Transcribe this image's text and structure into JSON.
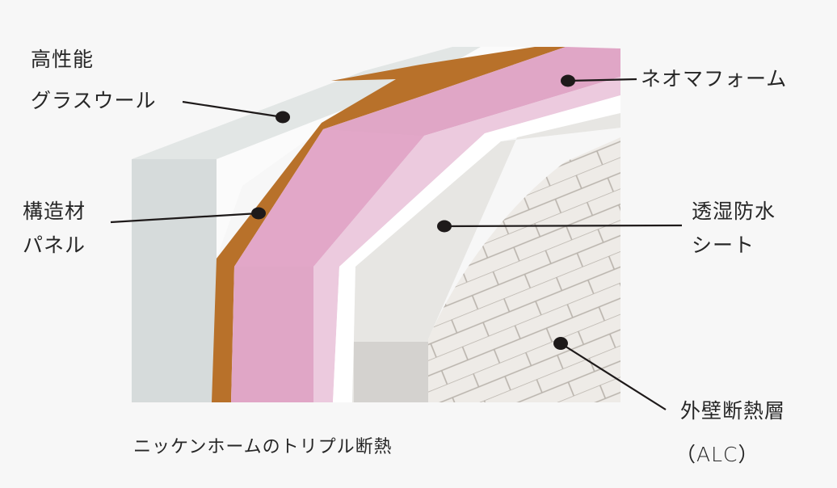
{
  "title": "ニッケンホームのトリプル断熱",
  "colors": {
    "background": "#f7f7f7",
    "glass_wool_face": "#d6dbdb",
    "glass_wool_top": "#e2e6e5",
    "structural_panel": "#b8712a",
    "neoma_foam_dark": "#e0a6c6",
    "neoma_foam_light": "#eccade",
    "moisture_sheet": "#ffffff",
    "alc_face": "#d4d2cf",
    "alc_top": "#e7e6e3",
    "alc_brick": "#eeebe7",
    "leader_line": "#1e1a1a"
  },
  "labels": {
    "glass_wool_line1": "高性能",
    "glass_wool_line2": "グラスウール",
    "structural_line1": "構造材",
    "structural_line2": "パネル",
    "neoma_foam": "ネオマフォーム",
    "moisture_sheet_line1": "透湿防水",
    "moisture_sheet_line2": "シート",
    "alc_line1": "外壁断熱層",
    "alc_line2": "（ALC）"
  }
}
